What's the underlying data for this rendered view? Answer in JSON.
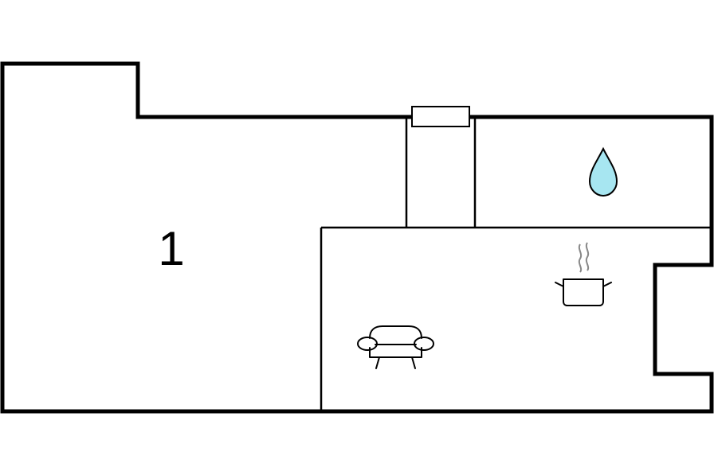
{
  "floorplan": {
    "rooms": [
      {
        "id": "room-1",
        "label": "1"
      },
      {
        "id": "bathroom",
        "label": ""
      },
      {
        "id": "hallway",
        "label": ""
      },
      {
        "id": "living-kitchen",
        "label": ""
      }
    ],
    "icons": [
      {
        "name": "water-drop-icon",
        "room": "bathroom",
        "fill_color": "#a7e6f1"
      },
      {
        "name": "cooking-pot-icon",
        "room": "living-kitchen",
        "steam_color": "#888888"
      },
      {
        "name": "sofa-icon",
        "room": "living-kitchen"
      }
    ],
    "colors": {
      "wall": "#000000",
      "background": "#ffffff"
    }
  }
}
